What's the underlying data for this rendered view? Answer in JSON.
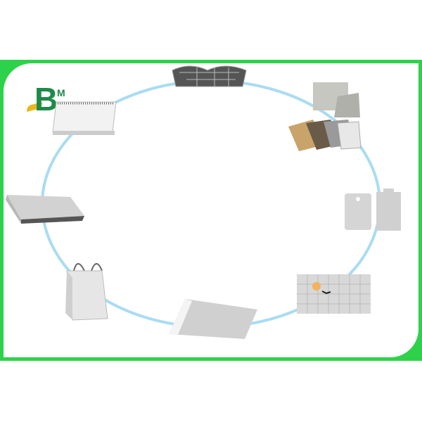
{
  "logo": {
    "text": "BM",
    "colors": {
      "primary": "#1e8a4a",
      "accent": "#e7b820"
    }
  },
  "frame_color": "#2ed24a",
  "ring_color": "#a9dcf2",
  "products": [
    "chocolate-box",
    "photo-frame",
    "colored-board-sheets",
    "hang-tags",
    "jigsaw-puzzle",
    "grey-board-sheet",
    "paper-bag",
    "book-cover",
    "desk-calendar"
  ]
}
